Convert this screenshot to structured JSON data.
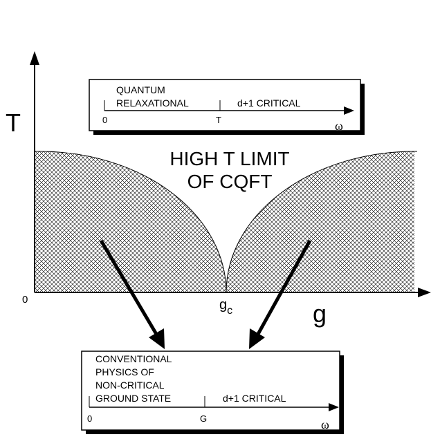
{
  "axes": {
    "y_label": "T",
    "x_label": "g",
    "origin_label": "0",
    "critical_label_main": "g",
    "critical_label_sub": "c"
  },
  "region": {
    "line1": "HIGH  T  LIMIT",
    "line2": "OF  CQFT"
  },
  "top_box": {
    "text_line1": "QUANTUM",
    "text_line2": "RELAXATIONAL",
    "critical_text": "d+1 CRITICAL",
    "tick_start": "0",
    "tick_mid": "T",
    "axis_label": "ω"
  },
  "bottom_box": {
    "text_line1": "CONVENTIONAL",
    "text_line2": "PHYSICS OF",
    "text_line3": "NON-CRITICAL",
    "text_line4": "GROUND STATE",
    "critical_text": "d+1 CRITICAL",
    "tick_start": "0",
    "tick_mid": "G",
    "axis_label": "ω"
  },
  "colors": {
    "ink": "#000000",
    "background": "#ffffff"
  }
}
